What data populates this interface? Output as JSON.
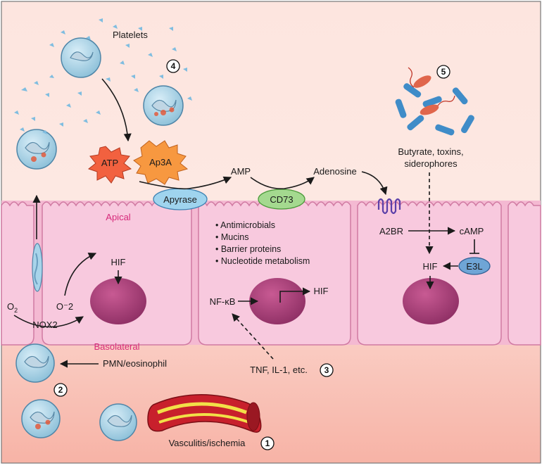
{
  "labels": {
    "platelets": "Platelets",
    "apical": "Apical",
    "basolateral": "Basolateral",
    "amp": "AMP",
    "adenosine": "Adenosine",
    "butyrate_line1": "Butyrate, toxins,",
    "butyrate_line2": "siderophores",
    "a2br": "A2BR",
    "camp": "cAMP",
    "hif_left": "HIF",
    "hif_mid": "HIF",
    "hif_right": "HIF",
    "o2_main": "O",
    "o2_sub": "2",
    "o_minus_2": "O⁻2",
    "nox2": "NOX2",
    "nfkb": "NF-κB",
    "pmn": "PMN/eosinophil",
    "tnf": "TNF, IL-1, etc.",
    "vasculitis": "Vasculitis/ischemia"
  },
  "bullets": [
    "• Antimicrobials",
    "• Mucins",
    "• Barrier proteins",
    "• Nucleotide metabolism"
  ],
  "badges": {
    "atp": "ATP",
    "ap3a": "Ap3A",
    "apyrase": "Apyrase",
    "cd73": "CD73",
    "e3l": "E3L"
  },
  "steps": {
    "s1": "1",
    "s2": "2",
    "s3": "3",
    "s4": "4",
    "s5": "5"
  },
  "colors": {
    "top_bg": "#fde3dc",
    "cell_fill": "#f7c8de",
    "cell_stroke": "#d87fa6",
    "nucleus": "#a83f78",
    "apyrase_fill": "#9fd4ee",
    "cd73_fill": "#a4d98f",
    "burst_fill": "#f2613f",
    "burst_fill2": "#f79840",
    "platelet": "#6fb0d8",
    "bacteria_rod": "#3f8cc8",
    "bacteria_red": "#e0664c",
    "accent_pink": "#d6297a"
  }
}
